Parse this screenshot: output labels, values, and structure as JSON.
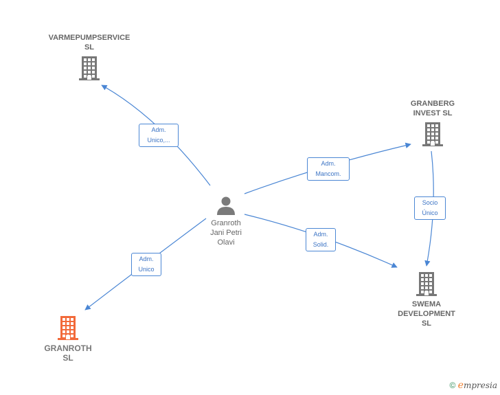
{
  "diagram": {
    "person": {
      "name": "Granroth\nJani Petri\nOlavi",
      "icon": "person-icon"
    },
    "companies": {
      "varmepump": {
        "name": "VARMEPUMPSERVICE\nSL",
        "icon": "building-icon",
        "color": "#777777"
      },
      "granberg": {
        "name": "GRANBERG\nINVEST  SL",
        "icon": "building-icon",
        "color": "#777777"
      },
      "swema": {
        "name": "SWEMA\nDEVELOPMENT\nSL",
        "icon": "building-icon",
        "color": "#777777"
      },
      "granroth": {
        "name": "GRANROTH\nSL",
        "icon": "building-icon",
        "color": "#f26a3a"
      }
    },
    "edges": {
      "to_varmepump": "Adm.\nUnico,...",
      "to_granberg": "Adm.\nMancom.",
      "to_swema": "Adm.\nSolid.",
      "to_granroth": "Adm.\nUnico",
      "granberg_to_swema": "Socio\nÚnico"
    },
    "edge_color": "#4a86d4"
  },
  "footer": {
    "copyright": "©",
    "brand_initial": "e",
    "brand_rest": "mpresia"
  }
}
